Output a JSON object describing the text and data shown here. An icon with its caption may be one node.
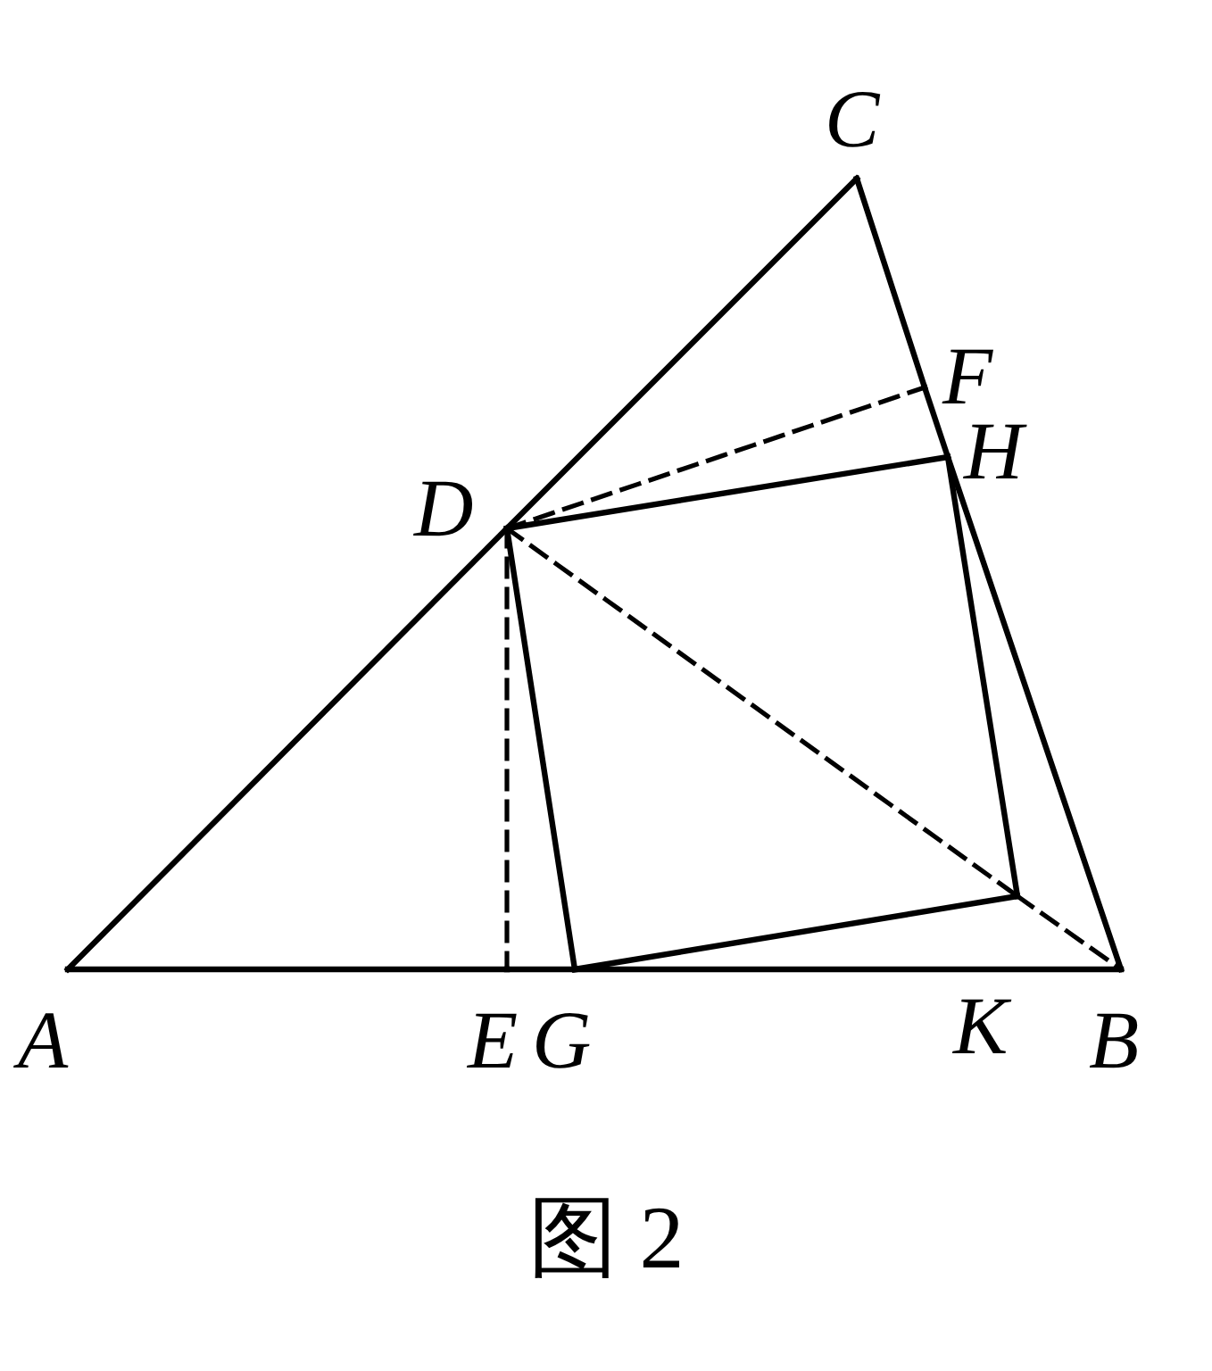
{
  "diagram": {
    "caption": "图 2",
    "nodes": [
      {
        "text": [
          "C"
        ]
      },
      {
        "text": [
          "F"
        ]
      },
      {
        "text": [
          "H"
        ]
      },
      {
        "text": [
          "D"
        ]
      },
      {
        "text": [
          "K"
        ]
      },
      {
        "text": [
          "A"
        ]
      },
      {
        "text": [
          "E"
        ]
      },
      {
        "text": [
          "G"
        ]
      },
      {
        "text": [
          "B"
        ]
      }
    ],
    "edges": [
      {
        "from": 5,
        "to": 3,
        "arrow": "none"
      },
      {
        "from": 3,
        "to": 0,
        "arrow": "none"
      },
      {
        "from": 0,
        "to": 1,
        "arrow": "none"
      },
      {
        "from": 1,
        "to": 2,
        "arrow": "none"
      },
      {
        "from": 2,
        "to": 8,
        "arrow": "none"
      },
      {
        "from": 5,
        "to": 6,
        "arrow": "none"
      },
      {
        "from": 6,
        "to": 7,
        "arrow": "none"
      },
      {
        "from": 7,
        "to": 8,
        "arrow": "none"
      },
      {
        "from": 3,
        "to": 2,
        "arrow": "none"
      },
      {
        "from": 2,
        "to": 4,
        "arrow": "none"
      },
      {
        "from": 4,
        "to": 7,
        "arrow": "none"
      },
      {
        "from": 7,
        "to": 3,
        "arrow": "none"
      },
      {
        "from": 3,
        "to": 6,
        "arrow": "none",
        "style": "dashed"
      },
      {
        "from": 3,
        "to": 1,
        "arrow": "none",
        "style": "dashed"
      },
      {
        "from": 3,
        "to": 4,
        "arrow": "none",
        "style": "dashed"
      },
      {
        "from": 4,
        "to": 8,
        "arrow": "none",
        "style": "dashed"
      }
    ]
  }
}
